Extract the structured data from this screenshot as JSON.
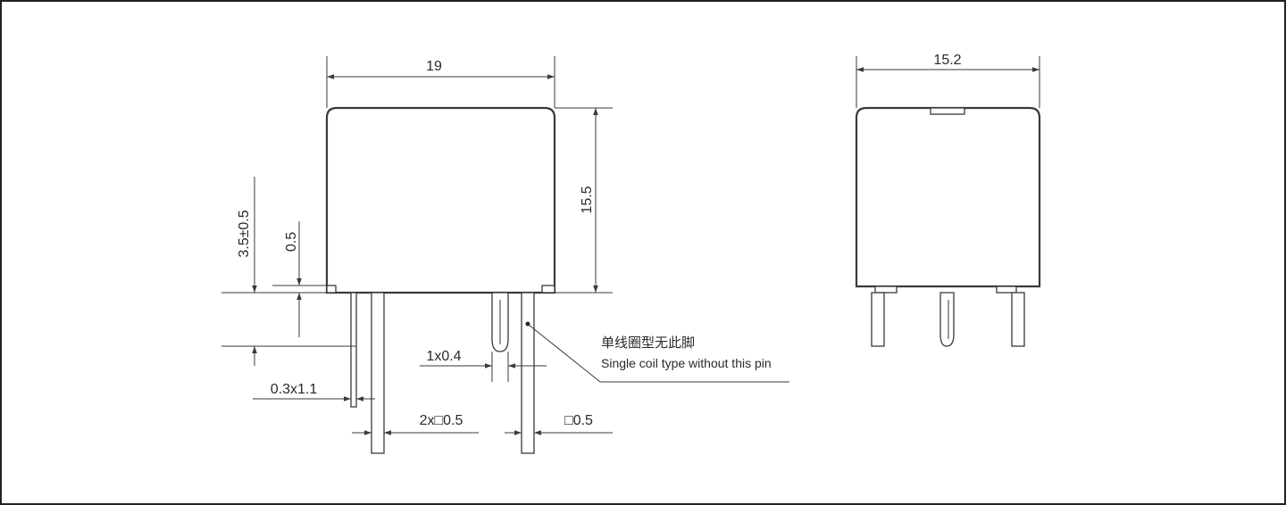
{
  "dimensions": {
    "width": "19",
    "height": "15.5",
    "side_width": "15.2",
    "pin_protrusion": "3.5±0.5",
    "standoff": "0.5",
    "pin_1x04": "1x0.4",
    "pin_03x11": "0.3x1.1",
    "pin_2x05": "2x□0.5",
    "pin_sq05": "□0.5"
  },
  "note": {
    "chinese": "单线圈型无此脚",
    "english": "Single coil type without this pin"
  },
  "colors": {
    "line": "#3a3a3a",
    "frame": "#222222",
    "background": "#ffffff"
  }
}
